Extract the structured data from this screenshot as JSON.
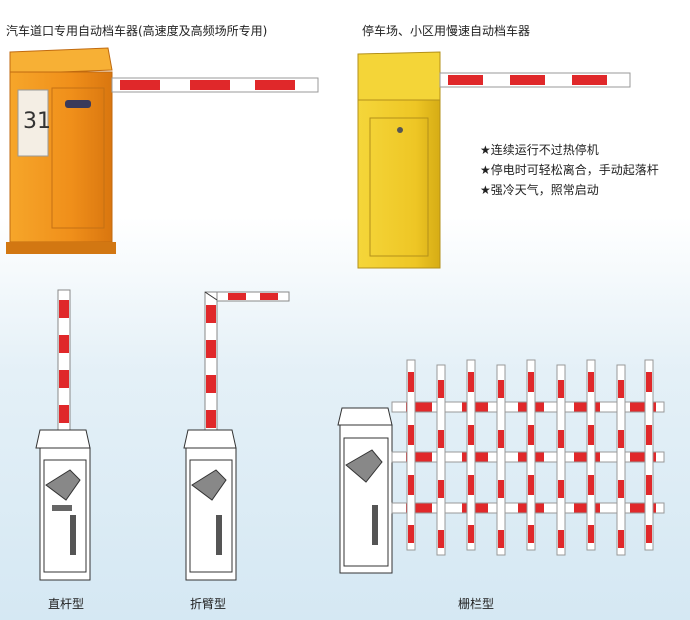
{
  "captions": {
    "top_left": "汽车道口专用自动档车器(高速度及高频场所专用)",
    "top_right": "停车场、小区用慢速自动档车器"
  },
  "features": [
    "★连续运行不过热停机",
    "★停电时可轻松离合，手动起落杆",
    "★强冷天气，照常启动"
  ],
  "types": {
    "straight": "直杆型",
    "folding": "折臂型",
    "fence": "栅栏型"
  },
  "colors": {
    "orange_cabinet": "#f39a1e",
    "yellow_cabinet": "#f2cf2a",
    "boom_red": "#e0282a",
    "boom_white": "#ffffff"
  }
}
